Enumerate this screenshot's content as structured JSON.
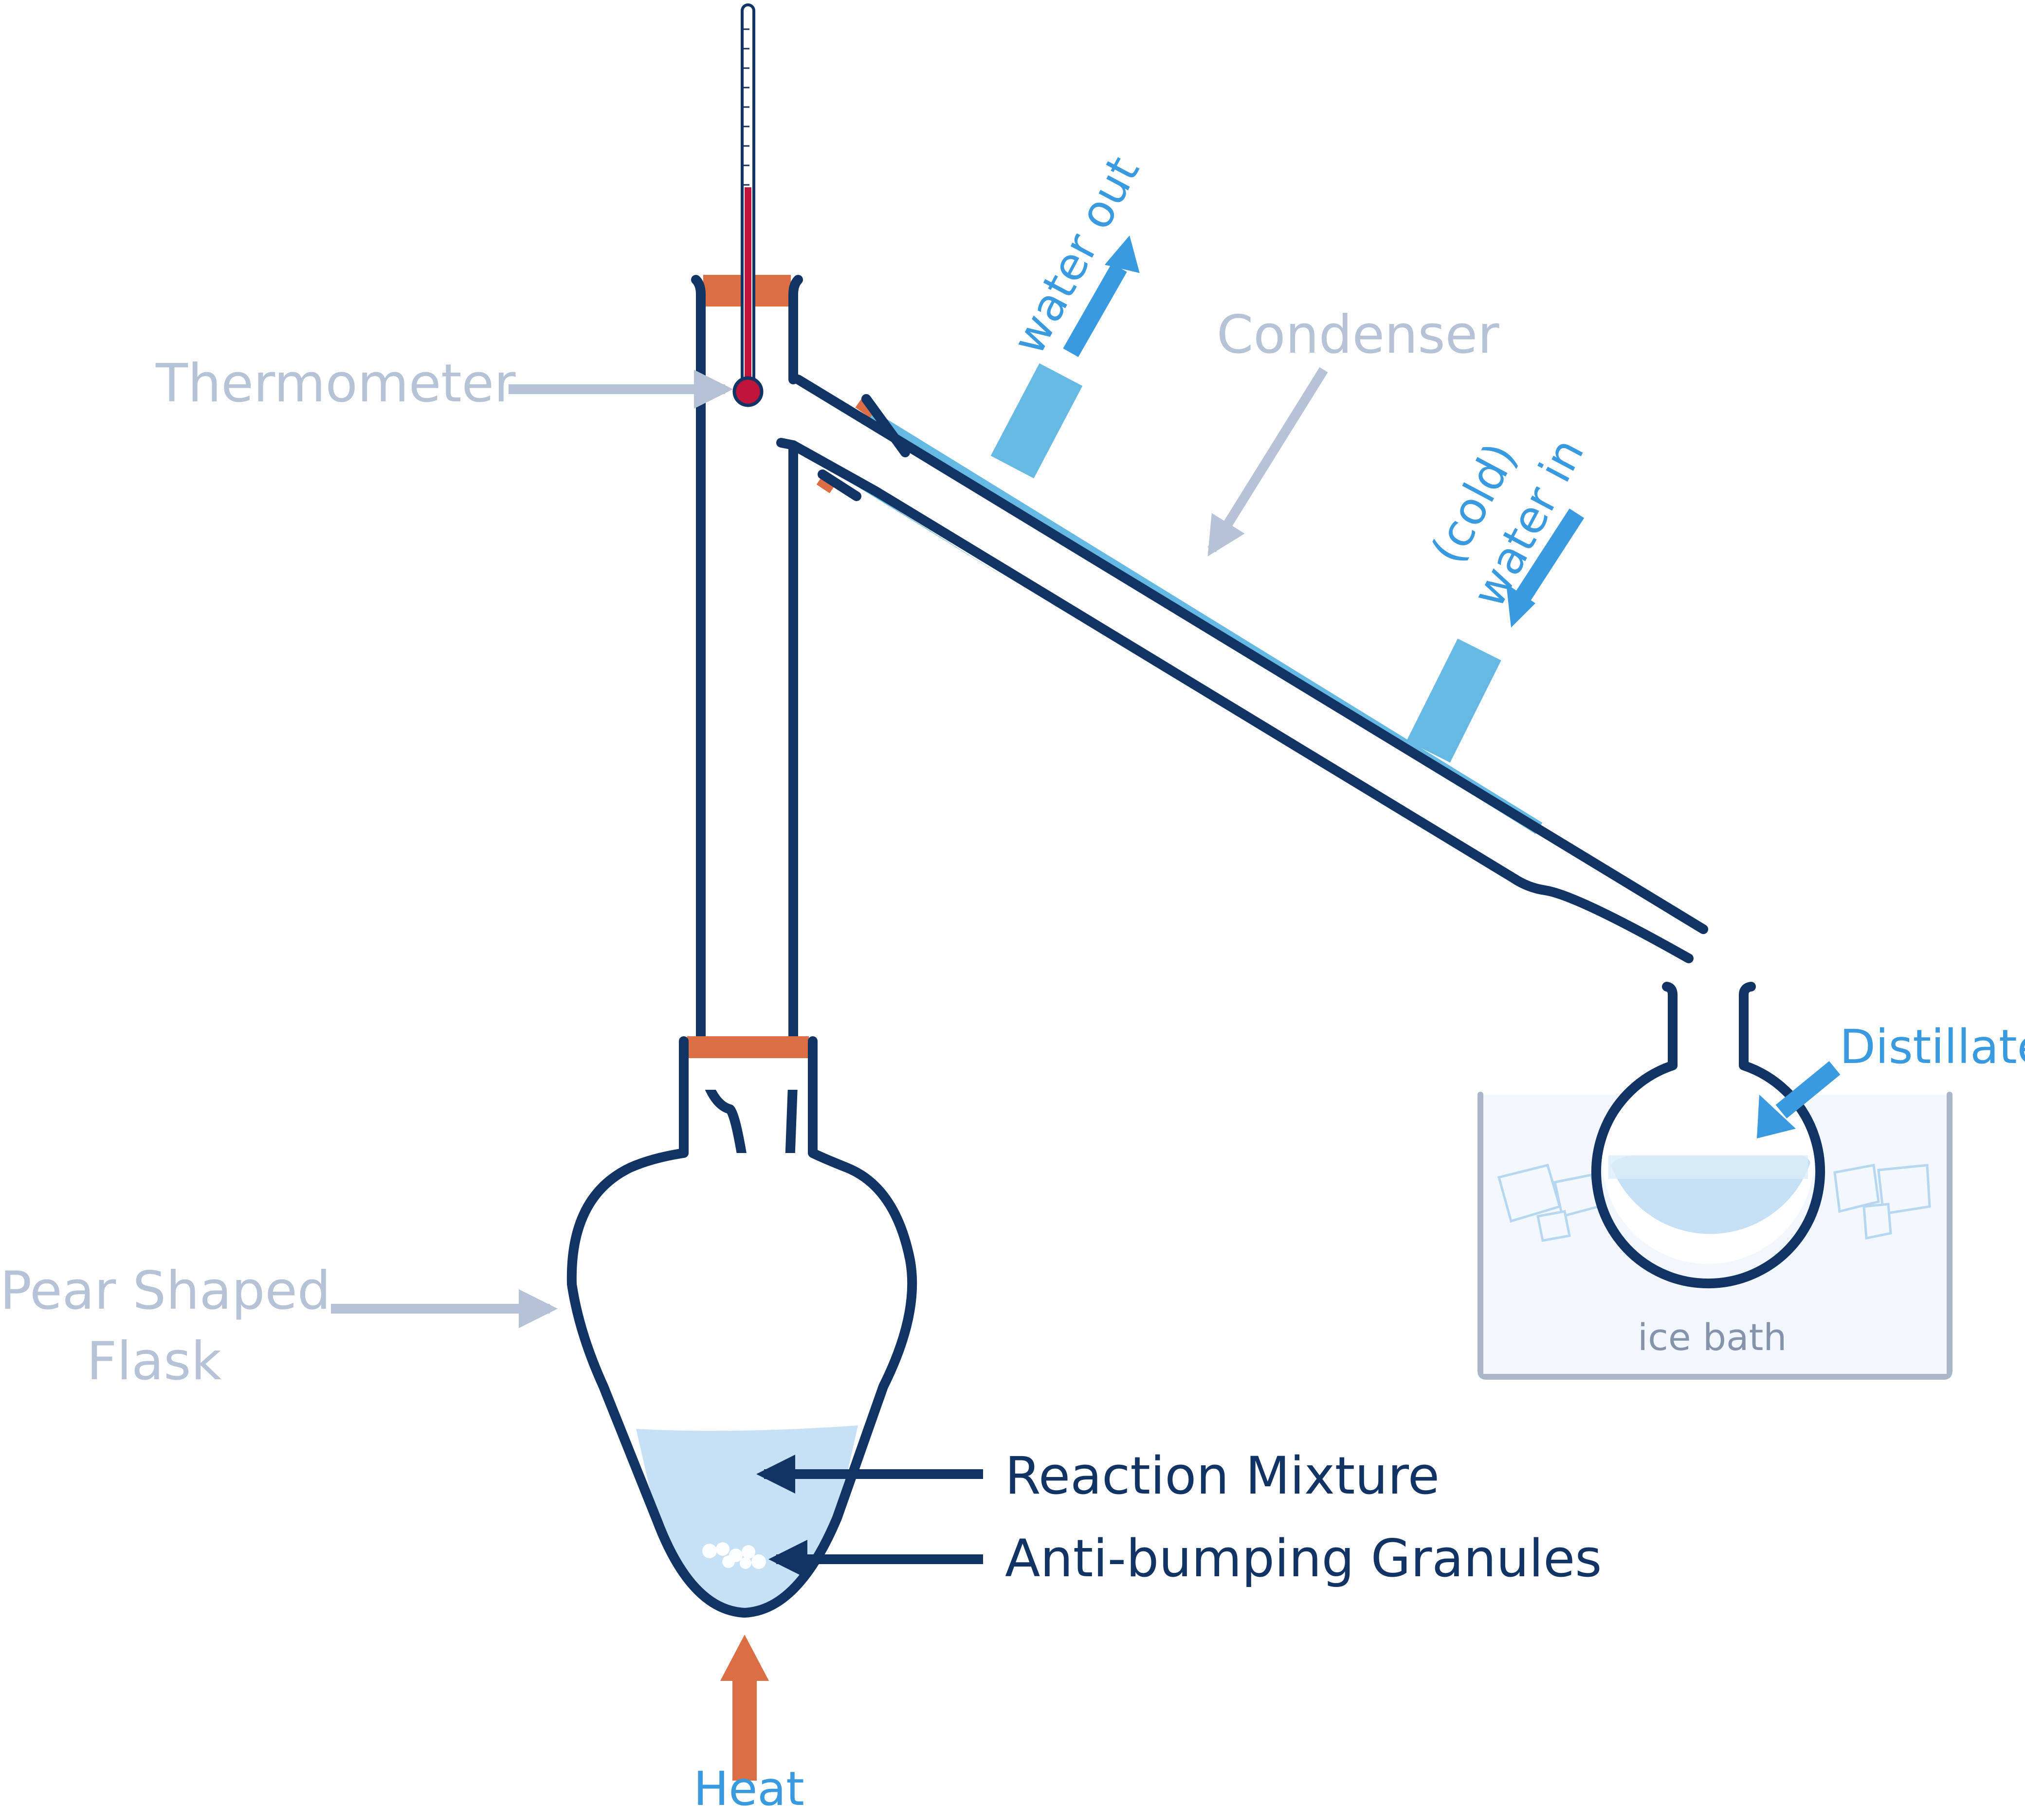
{
  "labels": {
    "thermometer": "Thermometer",
    "condenser": "Condenser",
    "water_out": "water out",
    "water_in_line1": "(cold)",
    "water_in_line2": "water in",
    "pear_line1": "Pear Shaped",
    "pear_line2": "Flask",
    "reaction_mixture": "Reaction Mixture",
    "anti_bumping": "Anti-bumping Granules",
    "heat": "Heat",
    "distillate": "Distillate",
    "ice_bath": "ice bath"
  },
  "colors": {
    "glass_outline": "#123465",
    "condenser_jacket": "#66b9e3",
    "label_grey": "#b6c2d6",
    "label_blue": "#3a9ae0",
    "stopper": "#dc6e45",
    "heat_arrow": "#dc6e45",
    "thermometer_liquid": "#c0143c",
    "liquid": "#c6e0f5",
    "ice_bath_water": "#f1f7fc",
    "ice_bath_rim": "#a9b7c9"
  },
  "icons": [
    "thermometer-icon",
    "ice-cube-icon",
    "heat-arrow-icon",
    "water-flow-arrow-icon"
  ]
}
